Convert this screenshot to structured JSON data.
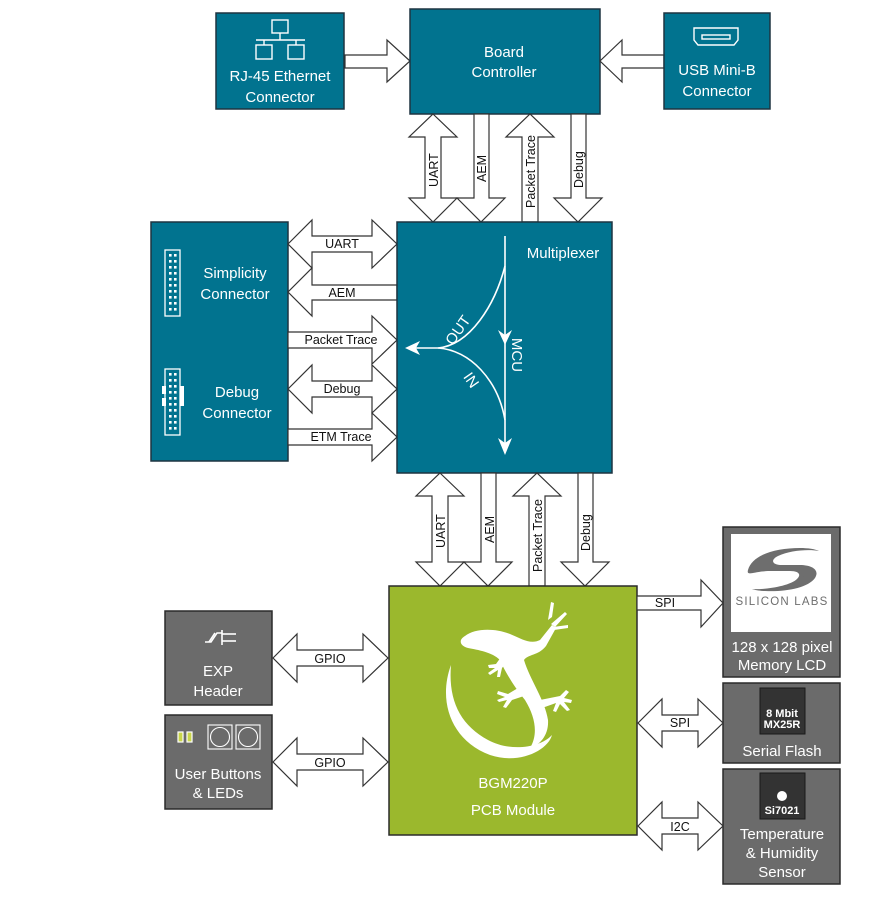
{
  "diagram": {
    "colors": {
      "teal": "#01738f",
      "gray": "#6b6b6b",
      "green": "#9bb82d",
      "arrow_fill": "#ffffff",
      "arrow_stroke": "#333333"
    },
    "blocks": {
      "rj45": {
        "line1": "RJ-45 Ethernet",
        "line2": "Connector",
        "icon": "ethernet-network-icon"
      },
      "board_controller": {
        "line1": "Board",
        "line2": "Controller"
      },
      "usb": {
        "line1": "USB Mini-B",
        "line2": "Connector",
        "icon": "usb-mini-b-icon"
      },
      "simplicity": {
        "line1": "Simplicity",
        "line2": "Connector",
        "icon": "pin-header-icon"
      },
      "debug_conn": {
        "line1": "Debug",
        "line2": "Connector",
        "icon": "keyed-pin-header-icon"
      },
      "multiplexer": {
        "title": "Multiplexer",
        "out": "OUT",
        "in": "IN",
        "mcu": "MCU"
      },
      "module": {
        "line1": "BGM220P",
        "line2": "PCB Module",
        "icon": "gecko-icon"
      },
      "exp_header": {
        "line1": "EXP",
        "line2": "Header",
        "icon": "exp-header-icon"
      },
      "user_buttons": {
        "line1": "User Buttons",
        "line2": "& LEDs",
        "icon": "buttons-leds-icon"
      },
      "lcd": {
        "logo": "SILICON LABS",
        "line1": "128 x 128 pixel",
        "line2": "Memory LCD"
      },
      "flash": {
        "chip_line1": "8 Mbit",
        "chip_line2": "MX25R",
        "line1": "Serial Flash"
      },
      "sensor": {
        "chip": "Si7021",
        "line1": "Temperature",
        "line2": "& Humidity",
        "line3": "Sensor"
      }
    },
    "links": {
      "bc_mux": [
        "UART",
        "AEM",
        "Packet Trace",
        "Debug"
      ],
      "conn_mux": [
        "UART",
        "AEM",
        "Packet Trace",
        "Debug",
        "ETM Trace"
      ],
      "mux_module": [
        "UART",
        "AEM",
        "Packet Trace",
        "Debug"
      ],
      "module_exp": "GPIO",
      "module_buttons": "GPIO",
      "module_lcd": "SPI",
      "module_flash": "SPI",
      "module_sensor": "I2C"
    }
  }
}
